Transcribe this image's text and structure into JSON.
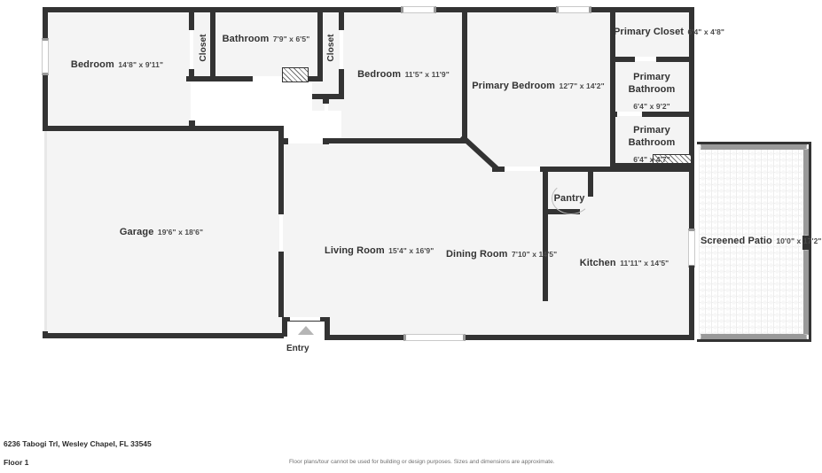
{
  "document": {
    "address": "6236 Tabogi Trl, Wesley Chapel, FL 33545",
    "floor": "Floor 1",
    "disclaimer": "Floor plans/tour cannot be used for building or design purposes. Sizes and dimensions are approximate."
  },
  "palette": {
    "wall": "#333333",
    "room_fill": "#f4f4f4",
    "background": "#ffffff",
    "label_text": "#333333",
    "arrow": "#b5b5b5"
  },
  "rooms": [
    {
      "id": "bedroom-1",
      "name": "Bedroom",
      "dimensions": "14'8\" x 9'11\""
    },
    {
      "id": "closet-1",
      "name": "Closet",
      "dimensions": ""
    },
    {
      "id": "bathroom",
      "name": "Bathroom",
      "dimensions": "7'9\" x 6'5\""
    },
    {
      "id": "closet-2",
      "name": "Closet",
      "dimensions": ""
    },
    {
      "id": "bedroom-2",
      "name": "Bedroom",
      "dimensions": "11'5\" x 11'9\""
    },
    {
      "id": "primary-bedroom",
      "name": "Primary Bedroom",
      "dimensions": "12'7\" x 14'2\""
    },
    {
      "id": "primary-closet",
      "name": "Primary Closet",
      "dimensions": "6'4\" x 4'8\""
    },
    {
      "id": "primary-bathroom-1",
      "name": "Primary Bathroom",
      "dimensions": "6'4\" x 9'2\""
    },
    {
      "id": "primary-bathroom-2",
      "name": "Primary Bathroom",
      "dimensions": "6'4\" x 4'7\""
    },
    {
      "id": "garage",
      "name": "Garage",
      "dimensions": "19'6\" x 18'6\""
    },
    {
      "id": "living-room",
      "name": "Living Room",
      "dimensions": "15'4\" x 16'9\""
    },
    {
      "id": "dining-room",
      "name": "Dining Room",
      "dimensions": "7'10\" x 14'5\""
    },
    {
      "id": "pantry",
      "name": "Pantry",
      "dimensions": ""
    },
    {
      "id": "kitchen",
      "name": "Kitchen",
      "dimensions": "11'11\" x 14'5\""
    },
    {
      "id": "screened-patio",
      "name": "Screened Patio",
      "dimensions": "10'0\" x 17'2\""
    },
    {
      "id": "entry",
      "name": "Entry",
      "dimensions": ""
    }
  ],
  "labels": {
    "bedroom_1_name": "Bedroom",
    "bedroom_1_dim": "14'8\" x 9'11\"",
    "closet_1_name": "Closet",
    "bathroom_name": "Bathroom",
    "bathroom_dim": "7'9\" x 6'5\"",
    "closet_2_name": "Closet",
    "bedroom_2_name": "Bedroom",
    "bedroom_2_dim": "11'5\" x 11'9\"",
    "primary_bedroom_name": "Primary Bedroom",
    "primary_bedroom_dim": "12'7\" x 14'2\"",
    "primary_closet_name": "Primary Closet",
    "primary_closet_dim": "6'4\" x 4'8\"",
    "primary_bath_1_line1": "Primary",
    "primary_bath_1_line2": "Bathroom",
    "primary_bath_1_dim": "6'4\" x 9'2\"",
    "primary_bath_2_line1": "Primary",
    "primary_bath_2_line2": "Bathroom",
    "primary_bath_2_dim": "6'4\" x 4'7\"",
    "garage_name": "Garage",
    "garage_dim": "19'6\" x 18'6\"",
    "living_room_name": "Living Room",
    "living_room_dim": "15'4\" x 16'9\"",
    "dining_room_name": "Dining Room",
    "dining_room_dim": "7'10\" x 14'5\"",
    "pantry_name": "Pantry",
    "kitchen_name": "Kitchen",
    "kitchen_dim": "11'11\" x 14'5\"",
    "patio_name": "Screened Patio",
    "patio_dim": "10'0\" x 17'2\"",
    "entry_name": "Entry"
  }
}
